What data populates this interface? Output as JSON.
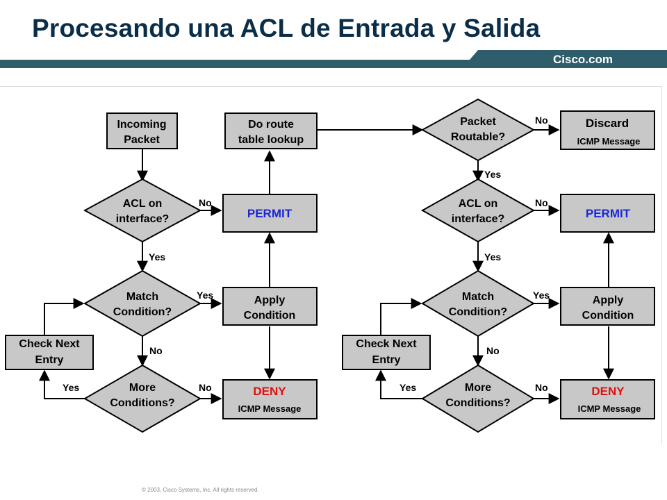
{
  "slide": {
    "title": "Procesando una ACL de Entrada y Salida",
    "brand": "Cisco.com",
    "copyright": "© 2003, Cisco Systems, Inc. All rights reserved."
  },
  "colors": {
    "title": "#0a2d48",
    "brand_bar": "#2f5d6c",
    "shape_fill": "#c8c8c8",
    "permit": "#1a27d6",
    "deny": "#e01010"
  },
  "diagram": {
    "incoming_packet": [
      "Incoming",
      "Packet"
    ],
    "route_lookup": [
      "Do route",
      "table lookup"
    ],
    "acl_on_interface": [
      "ACL on",
      "interface?"
    ],
    "match_condition": [
      "Match",
      "Condition?"
    ],
    "more_conditions": [
      "More",
      "Conditions?"
    ],
    "check_next_entry": [
      "Check Next",
      "Entry"
    ],
    "apply_condition": [
      "Apply",
      "Condition"
    ],
    "packet_routable": [
      "Packet",
      "Routable?"
    ],
    "discard": "Discard",
    "permit": "PERMIT",
    "deny": "DENY",
    "icmp_message": "ICMP Message",
    "yes": "Yes",
    "no": "No"
  }
}
